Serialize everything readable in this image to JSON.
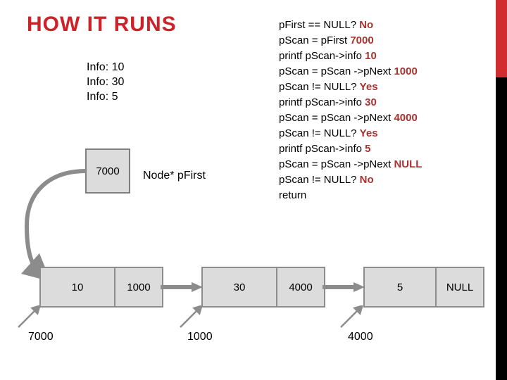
{
  "slide": {
    "title": "HOW IT RUNS",
    "accent_red": "#CC2229",
    "trace_red": "#A8322F",
    "edge_bar_red": "#D12D31",
    "edge_bar_black": "#000000",
    "node_fill": "#DCDCDC",
    "node_border": "#8C8C8C"
  },
  "output": {
    "lines": [
      "Info: 10",
      "Info: 30",
      "Info: 5"
    ]
  },
  "trace": {
    "lines": [
      {
        "code": "pFirst == NULL?",
        "value": "No"
      },
      {
        "code": "pScan = pFirst",
        "value": "7000"
      },
      {
        "code": "printf pScan->info",
        "value": "10"
      },
      {
        "code": "pScan = pScan ->pNext",
        "value": "1000"
      },
      {
        "code": "pScan != NULL?",
        "value": "Yes"
      },
      {
        "code": "printf pScan->info",
        "value": "30"
      },
      {
        "code": "pScan = pScan ->pNext",
        "value": "4000"
      },
      {
        "code": "pScan != NULL?",
        "value": "Yes"
      },
      {
        "code": "printf pScan->info",
        "value": "5"
      },
      {
        "code": "pScan = pScan ->pNext",
        "value": "NULL"
      },
      {
        "code": "pScan != NULL?",
        "value": "No"
      },
      {
        "code": "return",
        "value": ""
      }
    ]
  },
  "pointer_var": {
    "value": "7000",
    "label": "Node* pFirst"
  },
  "list": {
    "nodes": [
      {
        "info": "10",
        "next": "1000",
        "address": "7000"
      },
      {
        "info": "30",
        "next": "4000",
        "address": "1000"
      },
      {
        "info": "5",
        "next": "NULL",
        "address": "4000"
      }
    ]
  }
}
